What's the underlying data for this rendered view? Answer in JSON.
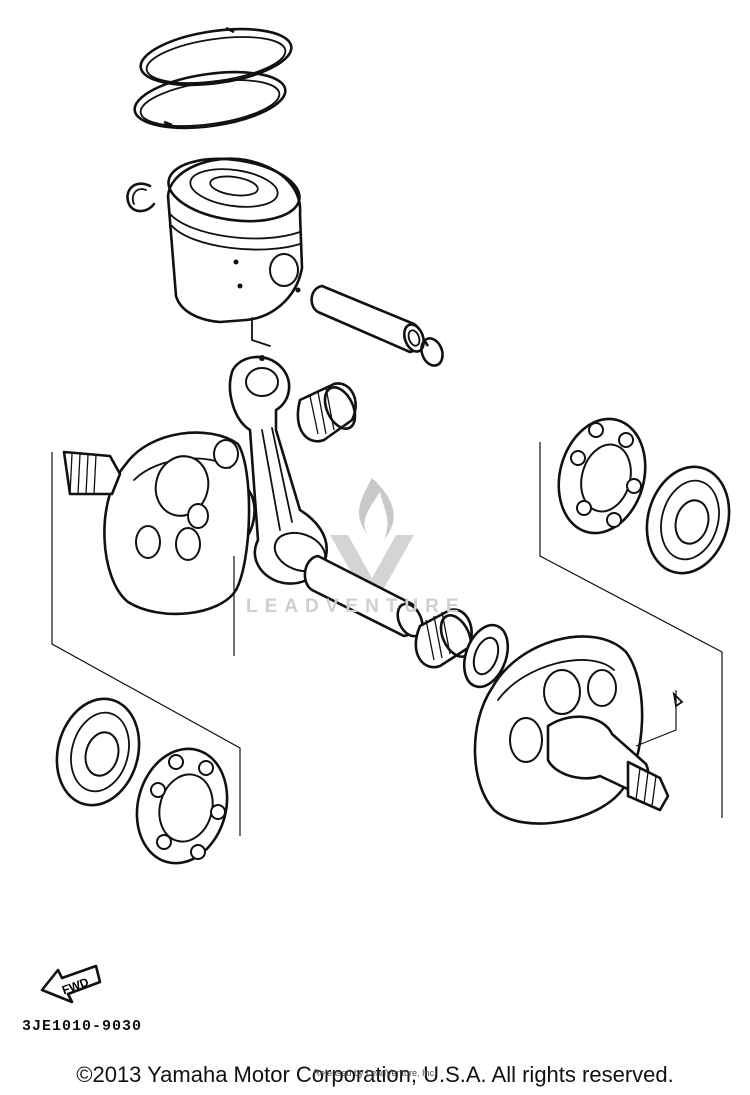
{
  "diagram": {
    "part_code": "3JE1010-9030",
    "fwd_label": "FWD",
    "copyright": "©2013 Yamaha Motor Corporation, U.S.A. All rights reserved.",
    "watermark": {
      "brand": "LEADVENTURE",
      "released_by": "Released by LeadVenture, Inc."
    }
  }
}
